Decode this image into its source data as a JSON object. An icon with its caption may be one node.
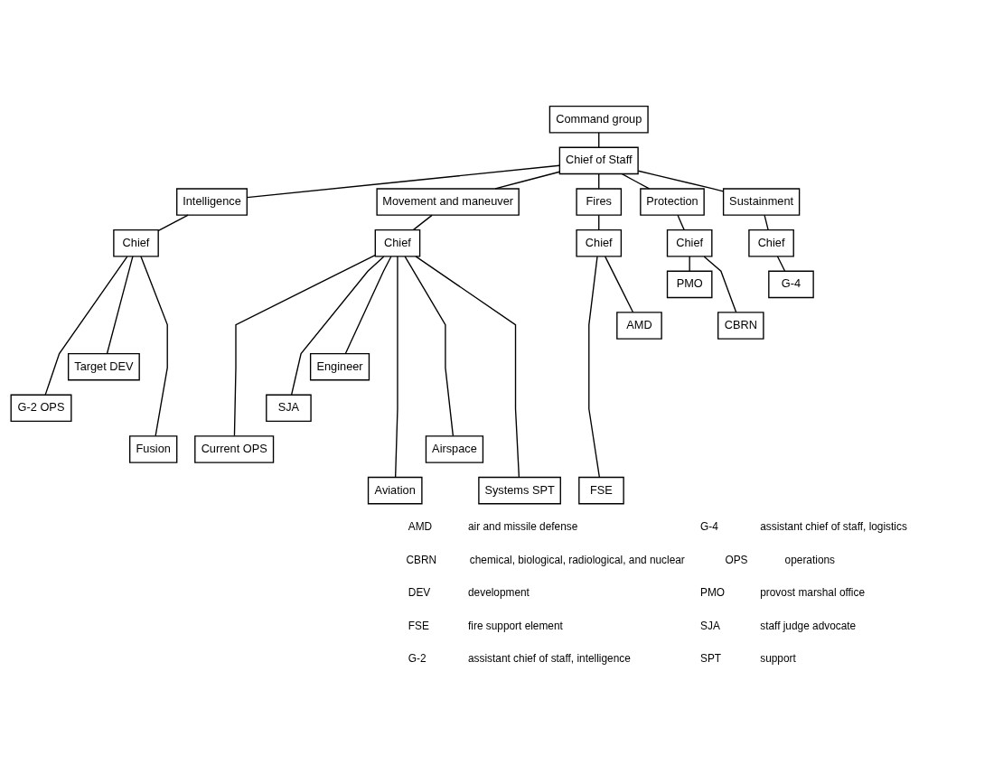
{
  "diagram": {
    "nodes": [
      {
        "text": [
          "Command group"
        ]
      },
      {
        "text": [
          "Chief of Staff"
        ]
      },
      {
        "text": [
          "Intelligence"
        ]
      },
      {
        "text": [
          "Movement and maneuver"
        ]
      },
      {
        "text": [
          "Fires"
        ]
      },
      {
        "text": [
          "Protection"
        ]
      },
      {
        "text": [
          "Sustainment"
        ]
      },
      {
        "text": [
          "Chief"
        ]
      },
      {
        "text": [
          "G-2 OPS"
        ]
      },
      {
        "text": [
          "Target DEV"
        ]
      },
      {
        "text": [
          "Fusion"
        ]
      },
      {
        "text": [
          "Chief"
        ]
      },
      {
        "text": [
          "Current OPS"
        ]
      },
      {
        "text": [
          "SJA"
        ]
      },
      {
        "text": [
          "Engineer"
        ]
      },
      {
        "text": [
          "Aviation"
        ]
      },
      {
        "text": [
          "Airspace"
        ]
      },
      {
        "text": [
          "Systems SPT"
        ]
      },
      {
        "text": [
          "Chief"
        ]
      },
      {
        "text": [
          "FSE"
        ]
      },
      {
        "text": [
          "AMD"
        ]
      },
      {
        "text": [
          "Chief"
        ]
      },
      {
        "text": [
          "PMO"
        ]
      },
      {
        "text": [
          "CBRN"
        ]
      },
      {
        "text": [
          "Chief"
        ]
      },
      {
        "text": [
          "G-4"
        ]
      }
    ],
    "edges": [
      {
        "from": 0,
        "to": 1,
        "arrow": "none"
      },
      {
        "from": 1,
        "to": 2,
        "arrow": "none"
      },
      {
        "from": 1,
        "to": 3,
        "arrow": "none"
      },
      {
        "from": 1,
        "to": 4,
        "arrow": "none"
      },
      {
        "from": 1,
        "to": 5,
        "arrow": "none"
      },
      {
        "from": 1,
        "to": 6,
        "arrow": "none"
      },
      {
        "from": 2,
        "to": 7,
        "arrow": "none"
      },
      {
        "from": 7,
        "to": 8,
        "arrow": "none"
      },
      {
        "from": 7,
        "to": 9,
        "arrow": "none"
      },
      {
        "from": 7,
        "to": 10,
        "arrow": "none"
      },
      {
        "from": 3,
        "to": 11,
        "arrow": "none"
      },
      {
        "from": 11,
        "to": 12,
        "arrow": "none"
      },
      {
        "from": 11,
        "to": 13,
        "arrow": "none"
      },
      {
        "from": 11,
        "to": 14,
        "arrow": "none"
      },
      {
        "from": 11,
        "to": 15,
        "arrow": "none"
      },
      {
        "from": 11,
        "to": 16,
        "arrow": "none"
      },
      {
        "from": 11,
        "to": 17,
        "arrow": "none"
      },
      {
        "from": 4,
        "to": 18,
        "arrow": "none"
      },
      {
        "from": 18,
        "to": 19,
        "arrow": "none"
      },
      {
        "from": 18,
        "to": 20,
        "arrow": "none"
      },
      {
        "from": 5,
        "to": 21,
        "arrow": "none"
      },
      {
        "from": 21,
        "to": 22,
        "arrow": "none"
      },
      {
        "from": 21,
        "to": 23,
        "arrow": "none"
      },
      {
        "from": 6,
        "to": 24,
        "arrow": "none"
      },
      {
        "from": 24,
        "to": 25,
        "arrow": "none"
      }
    ],
    "labels": [
      "AMD",
      "air and missile defense",
      "G-4",
      "assistant chief of staff, logistics",
      "CBRN",
      "chemical, biological, radiological, and nuclear",
      "OPS",
      "operations",
      "DEV",
      "development",
      "PMO",
      "provost marshal office",
      "FSE",
      "fire support element",
      "SJA",
      "staff judge advocate",
      "G-2",
      "assistant chief of staff, intelligence",
      "SPT",
      "support"
    ]
  }
}
